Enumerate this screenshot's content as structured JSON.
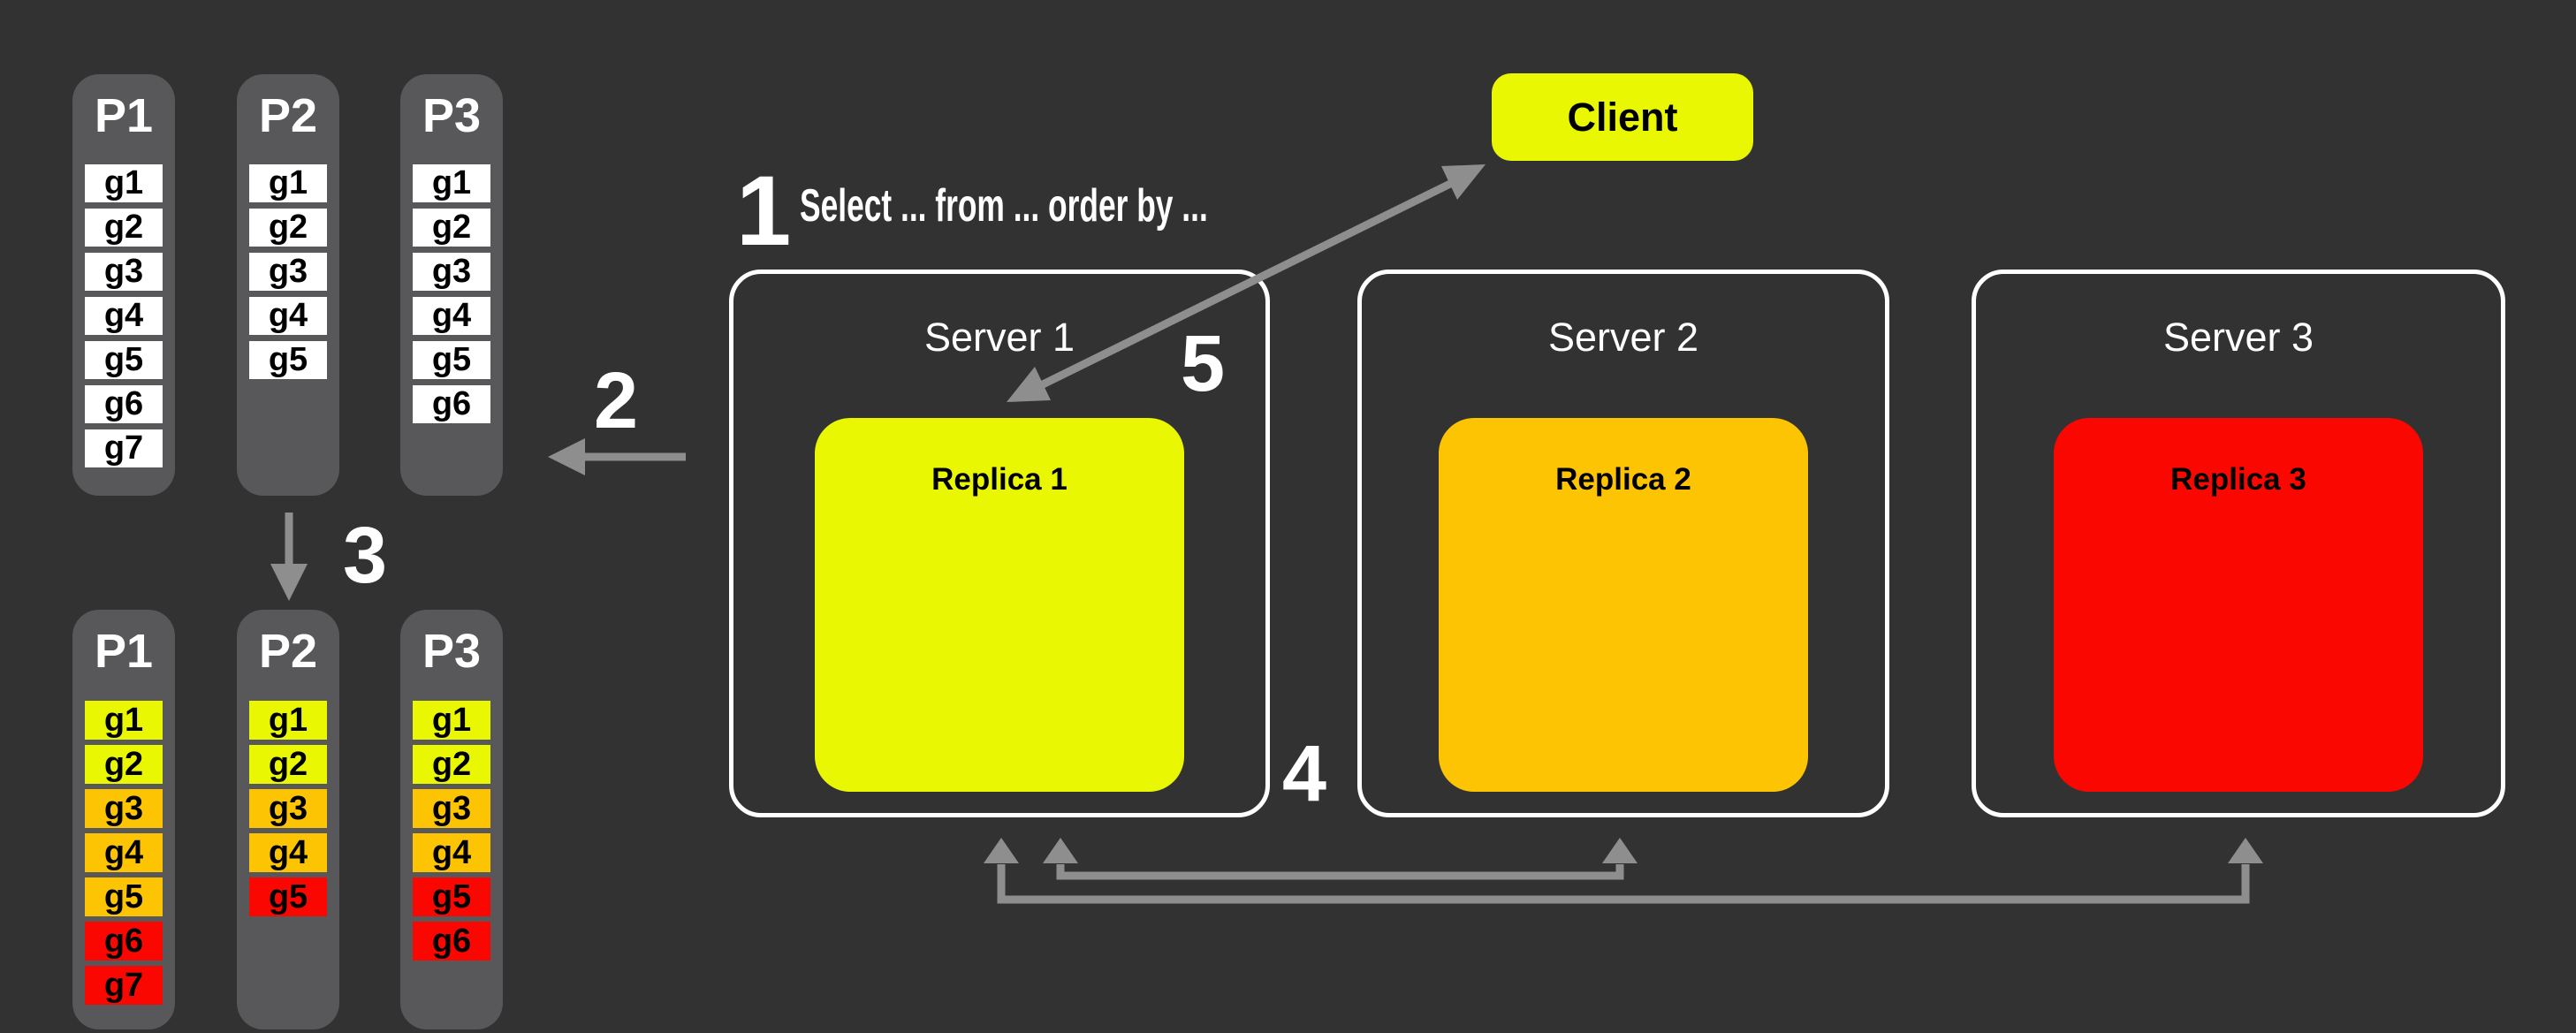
{
  "colors": {
    "background": "#323232",
    "column": "#58585b",
    "white": "#ffffff",
    "arrow": "#8e8e8e",
    "yellow": "#e9f702",
    "orange": "#fdc404",
    "red": "#fb0701"
  },
  "steps": [
    "1",
    "2",
    "3",
    "4",
    "5"
  ],
  "query_text": "Select ... from ... order by ...",
  "client": {
    "label": "Client",
    "color": "#e9f702"
  },
  "servers": [
    {
      "label": "Server 1",
      "replica_label": "Replica 1",
      "replica_color": "#e9f702"
    },
    {
      "label": "Server 2",
      "replica_label": "Replica 2",
      "replica_color": "#fdc404"
    },
    {
      "label": "Server 3",
      "replica_label": "Replica 3",
      "replica_color": "#fb0701"
    }
  ],
  "partitions_before": [
    {
      "label": "P1",
      "items": [
        "g1",
        "g2",
        "g3",
        "g4",
        "g5",
        "g6",
        "g7"
      ]
    },
    {
      "label": "P2",
      "items": [
        "g1",
        "g2",
        "g3",
        "g4",
        "g5"
      ]
    },
    {
      "label": "P3",
      "items": [
        "g1",
        "g2",
        "g3",
        "g4",
        "g5",
        "g6"
      ]
    }
  ],
  "partitions_after": [
    {
      "label": "P1",
      "items": [
        {
          "label": "g1",
          "color": "#e9f702"
        },
        {
          "label": "g2",
          "color": "#e9f702"
        },
        {
          "label": "g3",
          "color": "#fdc404"
        },
        {
          "label": "g4",
          "color": "#fdc404"
        },
        {
          "label": "g5",
          "color": "#fdc404"
        },
        {
          "label": "g6",
          "color": "#fb0701"
        },
        {
          "label": "g7",
          "color": "#fb0701"
        }
      ]
    },
    {
      "label": "P2",
      "items": [
        {
          "label": "g1",
          "color": "#e9f702"
        },
        {
          "label": "g2",
          "color": "#e9f702"
        },
        {
          "label": "g3",
          "color": "#fdc404"
        },
        {
          "label": "g4",
          "color": "#fdc404"
        },
        {
          "label": "g5",
          "color": "#fb0701"
        }
      ]
    },
    {
      "label": "P3",
      "items": [
        {
          "label": "g1",
          "color": "#e9f702"
        },
        {
          "label": "g2",
          "color": "#e9f702"
        },
        {
          "label": "g3",
          "color": "#fdc404"
        },
        {
          "label": "g4",
          "color": "#fdc404"
        },
        {
          "label": "g5",
          "color": "#fb0701"
        },
        {
          "label": "g6",
          "color": "#fb0701"
        }
      ]
    }
  ]
}
